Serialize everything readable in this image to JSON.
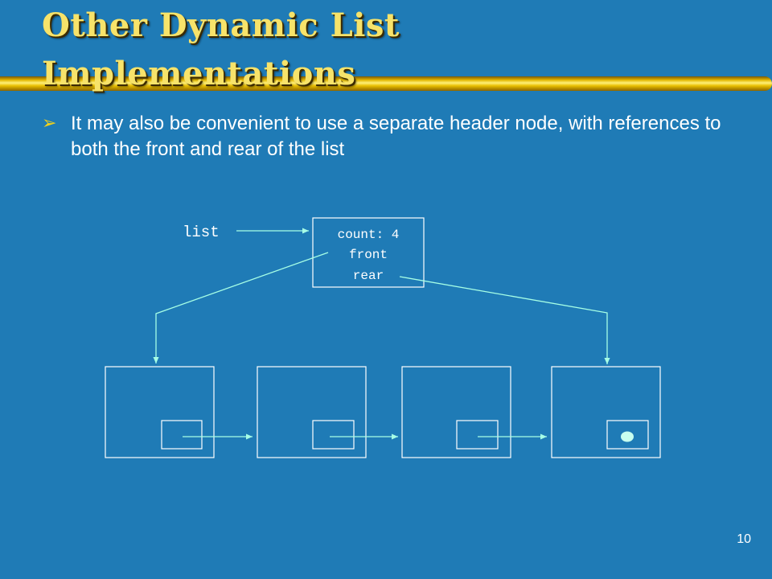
{
  "slide": {
    "title_line1": "Other Dynamic List",
    "title_line2": "Implementations",
    "bullet": "It may also be convenient to use a separate header node, with references to both the front and rear of the list",
    "page_number": "10"
  },
  "diagram": {
    "list_label": "list",
    "header_fields": [
      "count: 4",
      "front",
      "rear"
    ],
    "line_color": "#a6ffe6"
  },
  "colors": {
    "background": "#1f7bb6",
    "title": "#f7e36a",
    "bullet_marker": "#f2d21a"
  },
  "icons": {
    "bullet": "arrow-right-bullet-icon",
    "null_reference": "null-dot-icon"
  }
}
